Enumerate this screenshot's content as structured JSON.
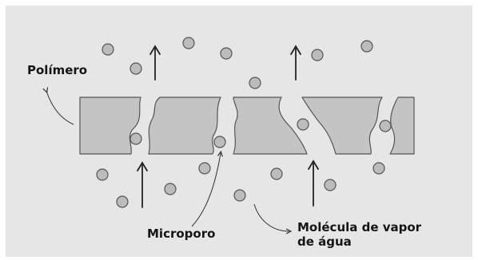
{
  "labels": {
    "polymer": "Polímero",
    "micropore": "Microporo",
    "molecule_line1": "Molécula de vapor",
    "molecule_line2": "de água"
  },
  "colors": {
    "background": "#e6e6e6",
    "frame": "#ffffff",
    "polymer_fill": "#c4c4c4",
    "polymer_stroke": "#555555",
    "molecule_fill": "#bcbcbc",
    "molecule_stroke": "#555555",
    "arrow": "#222222",
    "pointer": "#333333",
    "text": "#151515"
  },
  "icons": {
    "up_arrow": "up-arrow-icon",
    "molecule": "water-vapor-molecule-icon"
  }
}
